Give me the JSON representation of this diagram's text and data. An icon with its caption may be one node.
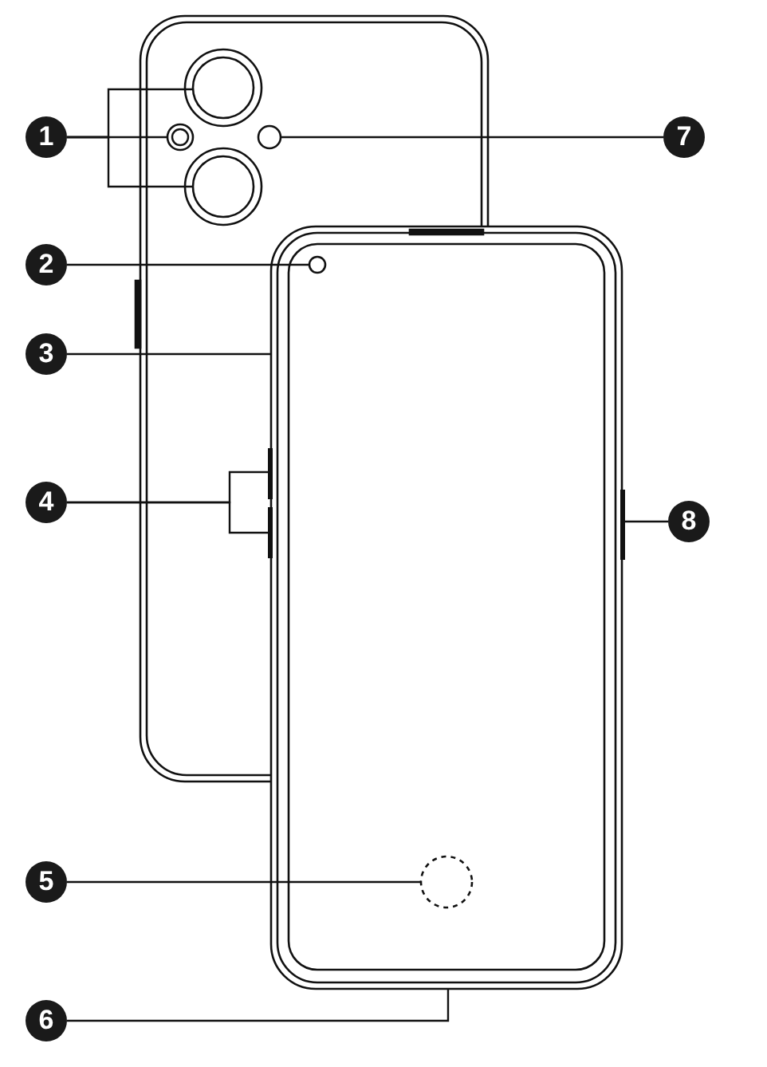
{
  "diagram": {
    "nodes": [
      {
        "text": [
          "1"
        ]
      },
      {
        "text": [
          "7"
        ]
      },
      {
        "text": [
          "2"
        ]
      },
      {
        "text": [
          "3"
        ]
      },
      {
        "text": [
          "4"
        ]
      },
      {
        "text": [
          "8"
        ]
      },
      {
        "text": [
          "5"
        ]
      },
      {
        "text": [
          "6"
        ]
      },
      {
        "text": [],
        "shape": "circle"
      },
      {
        "text": [],
        "shape": "circle"
      },
      {
        "text": [],
        "shape": "circle"
      },
      {
        "text": [],
        "shape": "circle"
      },
      {
        "text": [],
        "shape": "circle"
      },
      {
        "text": [],
        "shape": "bar"
      },
      {
        "text": [],
        "shape": "bar"
      },
      {
        "text": [],
        "shape": "bar"
      },
      {
        "text": [],
        "shape": "circle"
      }
    ],
    "edges": [
      {
        "from": 0,
        "to": 8,
        "arrow": "none"
      },
      {
        "from": 0,
        "to": 9,
        "arrow": "none"
      },
      {
        "from": 0,
        "to": 11,
        "arrow": "none"
      },
      {
        "from": 1,
        "to": 10,
        "arrow": "none"
      },
      {
        "from": 2,
        "to": 12,
        "arrow": "none"
      },
      {
        "from": 3,
        "to": null,
        "arrow": "none"
      },
      {
        "from": 4,
        "to": 13,
        "arrow": "none"
      },
      {
        "from": 4,
        "to": 14,
        "arrow": "none"
      },
      {
        "from": 5,
        "to": 15,
        "arrow": "none"
      },
      {
        "from": 6,
        "to": 16,
        "arrow": "none"
      },
      {
        "from": 7,
        "to": null,
        "arrow": "none"
      }
    ]
  }
}
